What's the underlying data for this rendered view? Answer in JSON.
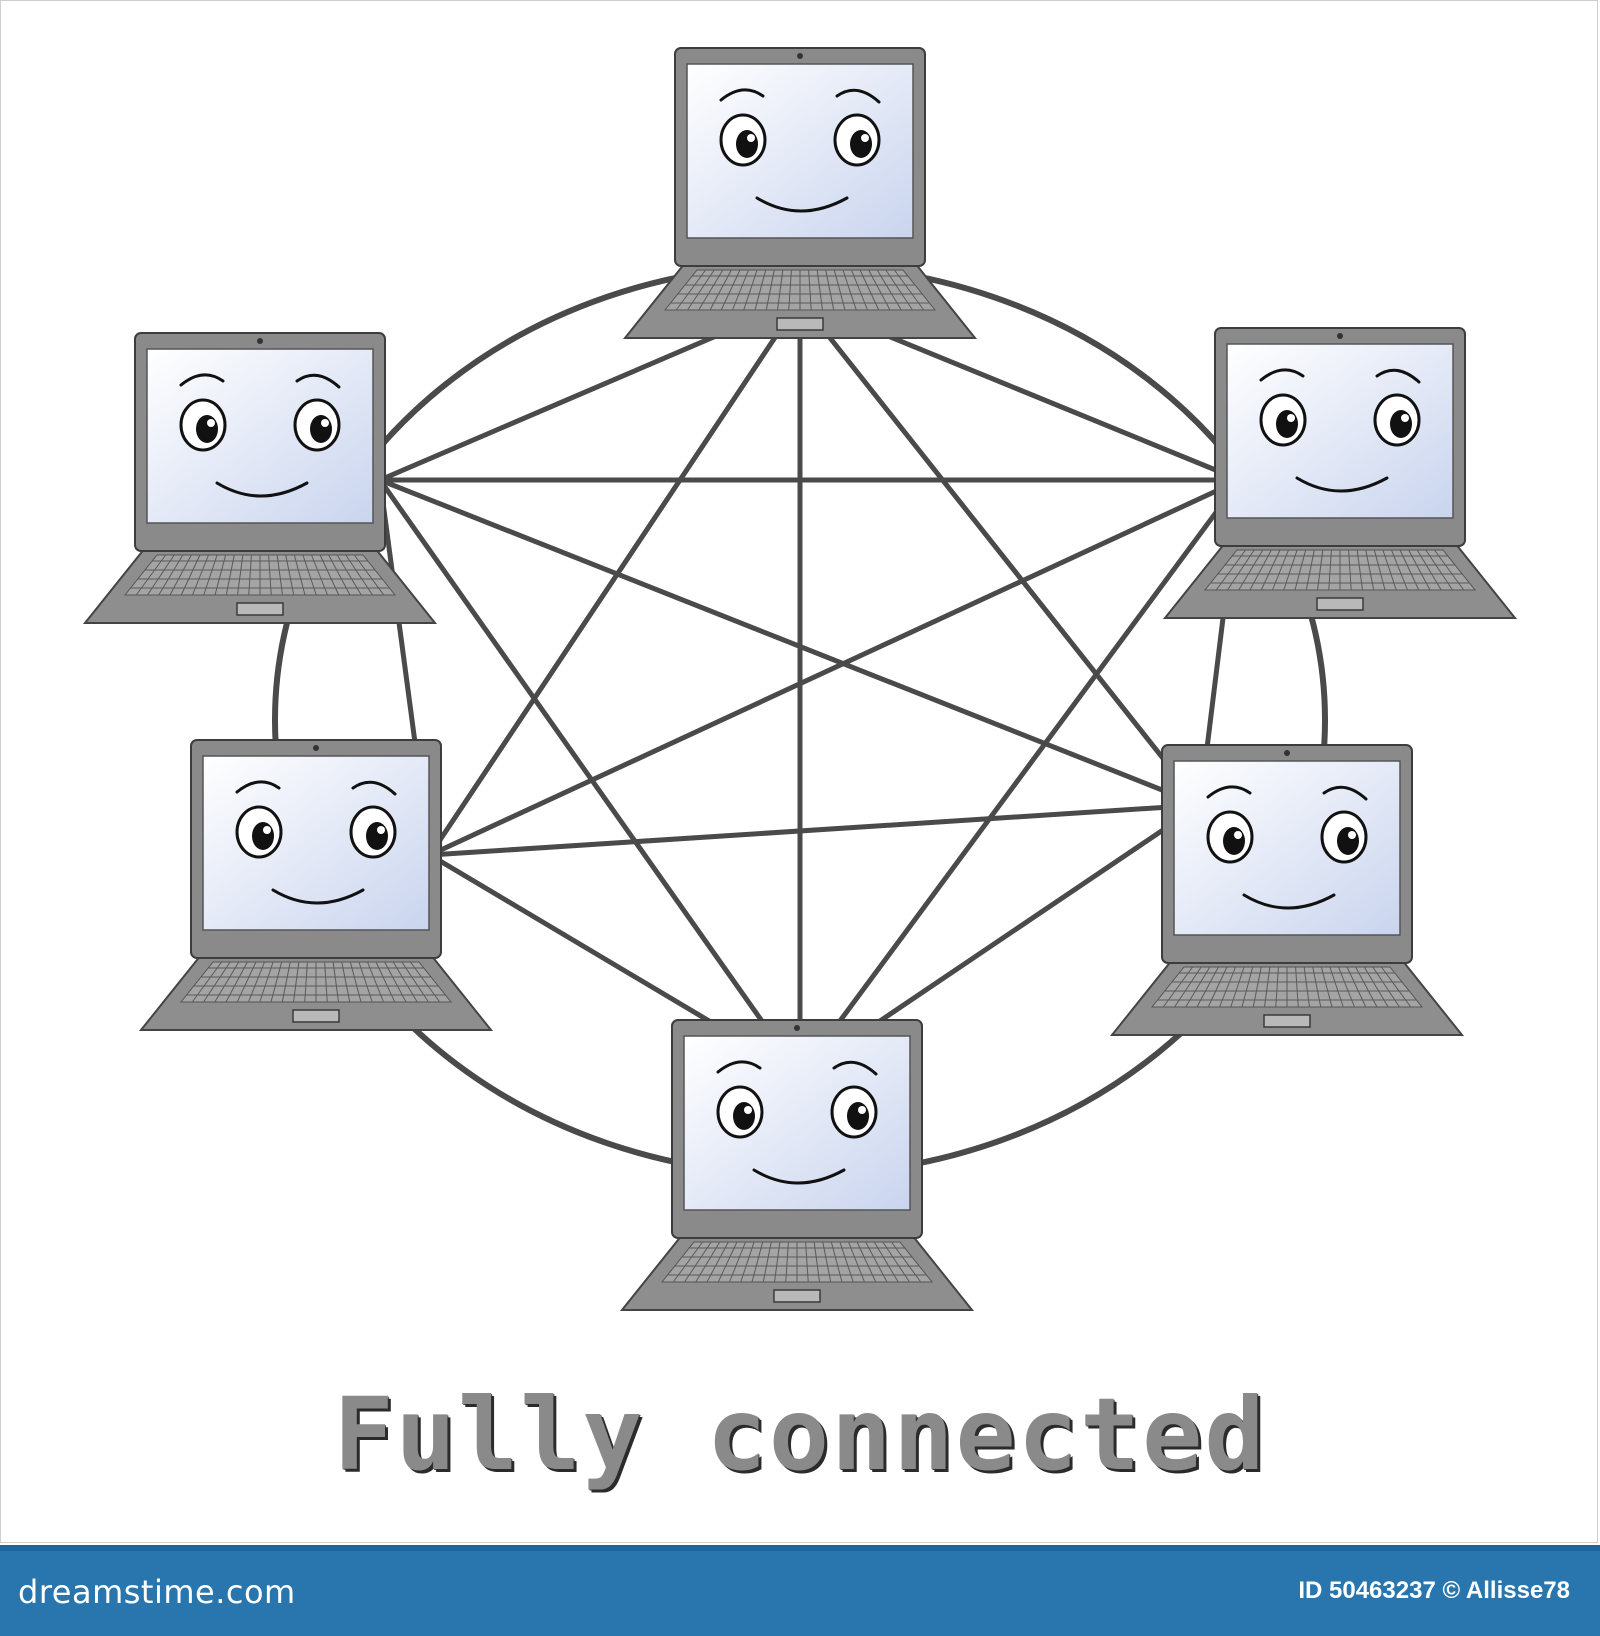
{
  "title": "Fully connected",
  "footer": {
    "logo": "dreamstime.com",
    "credit": "ID 50463237 © Allisse78"
  },
  "colors": {
    "link": "#4a4a4a",
    "laptop_body": "#8a8a8a",
    "screen": "#eef2fb",
    "footer_bar": "#2876ad"
  },
  "nodes": [
    {
      "id": "top"
    },
    {
      "id": "upper-right"
    },
    {
      "id": "lower-right"
    },
    {
      "id": "bottom"
    },
    {
      "id": "lower-left"
    },
    {
      "id": "upper-left"
    }
  ],
  "topology": "full-mesh"
}
